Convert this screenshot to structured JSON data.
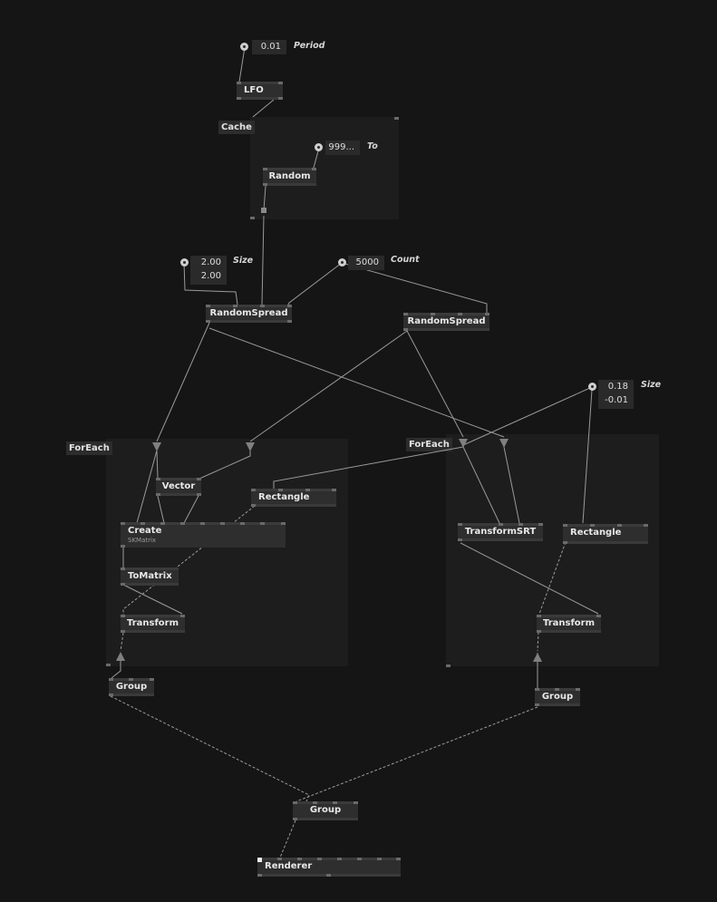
{
  "regions": {
    "cache": "Cache",
    "foreach_left": "ForEach",
    "foreach_right": "ForEach"
  },
  "inputs": {
    "period": {
      "value": "0.01",
      "label": "Period"
    },
    "to": {
      "value": "999...",
      "label": "To"
    },
    "size_left": {
      "values": [
        "2.00",
        "2.00"
      ],
      "label": "Size"
    },
    "count": {
      "value": "5000",
      "label": "Count"
    },
    "size_right": {
      "values": [
        "0.18",
        "-0.01"
      ],
      "label": "Size"
    }
  },
  "nodes": {
    "lfo": "LFO",
    "random": "Random",
    "random_spread_left": "RandomSpread",
    "random_spread_right": "RandomSpread",
    "vector": "Vector",
    "rectangle_left": "Rectangle",
    "create": "Create",
    "create_sub": "SKMatrix",
    "to_matrix": "ToMatrix",
    "transform_left": "Transform",
    "group_left": "Group",
    "transform_srt": "TransformSRT",
    "rectangle_right": "Rectangle",
    "transform_right": "Transform",
    "group_right": "Group",
    "group_bottom": "Group",
    "renderer": "Renderer"
  },
  "colors": {
    "background": "#151515",
    "region": "#1d1d1d",
    "node": "#2e2e2e",
    "link": "#9a9a9a"
  }
}
